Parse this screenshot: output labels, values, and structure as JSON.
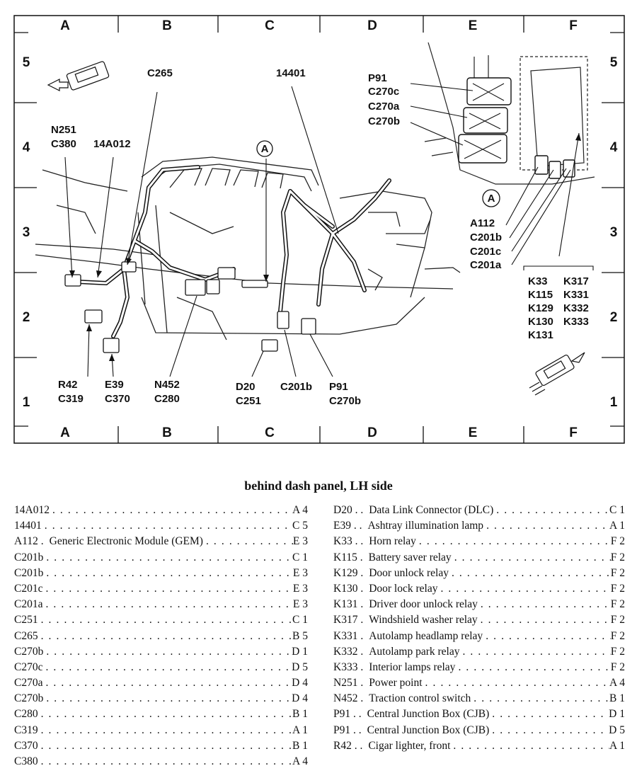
{
  "diagram": {
    "columns": [
      "A",
      "B",
      "C",
      "D",
      "E",
      "F"
    ],
    "rows": [
      "5",
      "4",
      "3",
      "2",
      "1"
    ],
    "labels": {
      "n251": "N251",
      "c380": "C380",
      "c14a012": "14A012",
      "c265": "C265",
      "c14401": "14401",
      "p91_top": "P91",
      "c270c": "C270c",
      "c270a": "C270a",
      "c270b_top": "C270b",
      "a_mark": "A",
      "a_mark2": "A",
      "a112": "A112",
      "c201b_r": "C201b",
      "c201c": "C201c",
      "c201a": "C201a",
      "r42": "R42",
      "c319": "C319",
      "e39": "E39",
      "c370": "C370",
      "n452": "N452",
      "c280": "C280",
      "d20": "D20",
      "c251": "C251",
      "c201b_b": "C201b",
      "p91_b": "P91",
      "c270b_b": "C270b"
    },
    "relays": [
      "K33",
      "K115",
      "K129",
      "K130",
      "K131",
      "K317",
      "K331",
      "K332",
      "K333"
    ]
  },
  "caption": "behind dash panel, LH side",
  "legend_left": [
    {
      "code": "14A012",
      "desc": "",
      "loc": "A 4"
    },
    {
      "code": "14401",
      "desc": "",
      "loc": "C 5"
    },
    {
      "code": "A112 .",
      "desc": "Generic Electronic Module (GEM)",
      "loc": "E 3"
    },
    {
      "code": "C201b",
      "desc": "",
      "loc": "C 1"
    },
    {
      "code": "C201b",
      "desc": "",
      "loc": "E 3"
    },
    {
      "code": "C201c",
      "desc": "",
      "loc": "E 3"
    },
    {
      "code": "C201a",
      "desc": "",
      "loc": "E 3"
    },
    {
      "code": "C251",
      "desc": "",
      "loc": "C 1"
    },
    {
      "code": "C265",
      "desc": "",
      "loc": "B 5"
    },
    {
      "code": "C270b",
      "desc": "",
      "loc": "D 1"
    },
    {
      "code": "C270c",
      "desc": "",
      "loc": "D 5"
    },
    {
      "code": "C270a",
      "desc": "",
      "loc": "D 4"
    },
    {
      "code": "C270b",
      "desc": "",
      "loc": "D 4"
    },
    {
      "code": "C280",
      "desc": "",
      "loc": "B 1"
    },
    {
      "code": "C319",
      "desc": "",
      "loc": "A 1"
    },
    {
      "code": "C370",
      "desc": "",
      "loc": "B 1"
    },
    {
      "code": "C380",
      "desc": "",
      "loc": "A 4"
    }
  ],
  "legend_right": [
    {
      "code": "D20 . .",
      "desc": "Data Link Connector (DLC)",
      "loc": "C 1"
    },
    {
      "code": "E39 . .",
      "desc": "Ashtray illumination lamp",
      "loc": "A 1"
    },
    {
      "code": "K33 . .",
      "desc": "Horn relay",
      "loc": "F 2"
    },
    {
      "code": "K115 .",
      "desc": "Battery saver relay",
      "loc": "F 2"
    },
    {
      "code": "K129 .",
      "desc": "Door unlock relay",
      "loc": "F 2"
    },
    {
      "code": "K130 .",
      "desc": "Door lock relay",
      "loc": "F 2"
    },
    {
      "code": "K131 .",
      "desc": "Driver door unlock relay",
      "loc": "F 2"
    },
    {
      "code": "K317 .",
      "desc": "Windshield washer relay",
      "loc": "F 2"
    },
    {
      "code": "K331 .",
      "desc": "Autolamp headlamp relay",
      "loc": "F 2"
    },
    {
      "code": "K332 .",
      "desc": "Autolamp park relay",
      "loc": "F 2"
    },
    {
      "code": "K333 .",
      "desc": "Interior lamps relay",
      "loc": "F 2"
    },
    {
      "code": "N251 .",
      "desc": "Power point",
      "loc": "A 4"
    },
    {
      "code": "N452 .",
      "desc": "Traction control switch",
      "loc": "B 1"
    },
    {
      "code": "P91 . .",
      "desc": "Central Junction Box (CJB)",
      "loc": "D 1"
    },
    {
      "code": "P91 . .",
      "desc": "Central Junction Box (CJB)",
      "loc": "D 5"
    },
    {
      "code": "R42 . .",
      "desc": "Cigar lighter, front",
      "loc": "A 1"
    }
  ]
}
